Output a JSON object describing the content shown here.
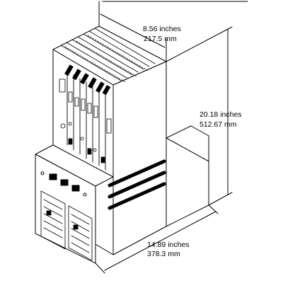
{
  "dimensions": {
    "width": {
      "inches": "8.56 inches",
      "mm": "217.5 mm"
    },
    "height": {
      "inches": "20.18 inches",
      "mm": "512.67 mm"
    },
    "depth": {
      "inches": "14.89 inches",
      "mm": "378.3 mm"
    }
  },
  "colors": {
    "line": "#000000",
    "background": "#ffffff"
  }
}
